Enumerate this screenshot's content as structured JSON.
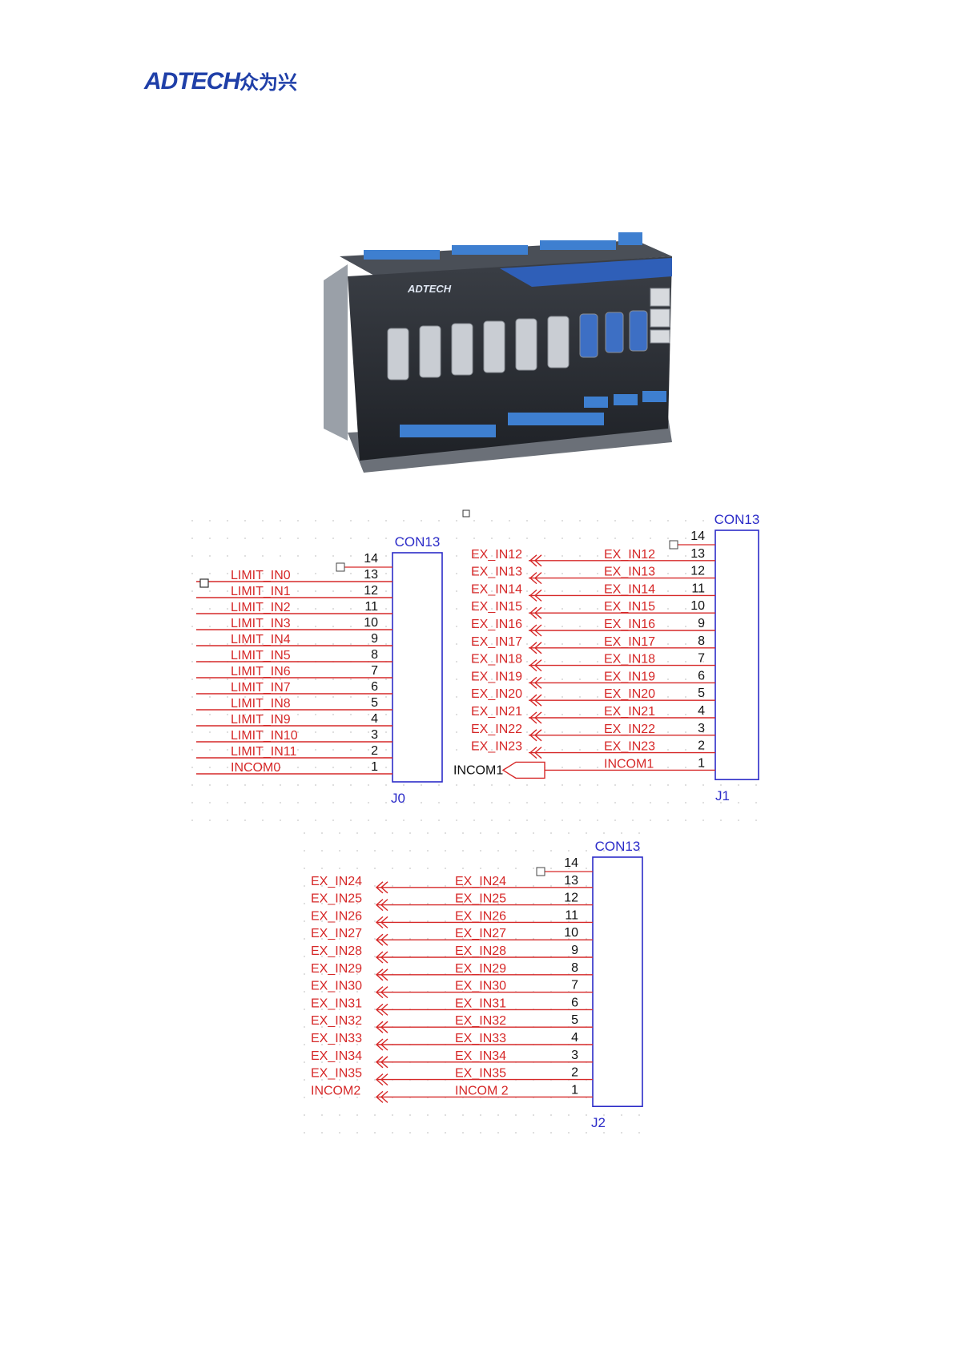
{
  "header": {
    "logo": {
      "brand_text": "ADTECH",
      "cn_text": "众为兴",
      "color": "#1f3fa8"
    }
  },
  "device": {
    "brand_text": "ADTECH"
  },
  "colors": {
    "wire": "#d62828",
    "box": "#2c2cc8",
    "pin": "#111111"
  },
  "connector_j0": {
    "part": "CON13",
    "designator": "J0",
    "pins": [
      "14",
      "13",
      "12",
      "11",
      "10",
      "9",
      "8",
      "7",
      "6",
      "5",
      "4",
      "3",
      "2",
      "1"
    ],
    "nets": [
      "LIMIT_IN0",
      "LIMIT_IN1",
      "LIMIT_IN2",
      "LIMIT_IN3",
      "LIMIT_IN4",
      "LIMIT_IN5",
      "LIMIT_IN6",
      "LIMIT_IN7",
      "LIMIT_IN8",
      "LIMIT_IN9",
      "LIMIT_IN10",
      "LIMIT_IN11",
      "INCOM0"
    ]
  },
  "connector_j1": {
    "part": "CON13",
    "designator": "J1",
    "pins": [
      "14",
      "13",
      "12",
      "11",
      "10",
      "9",
      "8",
      "7",
      "6",
      "5",
      "4",
      "3",
      "2",
      "1"
    ],
    "port_labels": [
      "EX_IN12",
      "EX_IN13",
      "EX_IN14",
      "EX_IN15",
      "EX_IN16",
      "EX_IN17",
      "EX_IN18",
      "EX_IN19",
      "EX_IN20",
      "EX_IN21",
      "EX_IN22",
      "EX_IN23"
    ],
    "nets": [
      "EX_IN12",
      "EX_IN13",
      "EX_IN14",
      "EX_IN15",
      "EX_IN16",
      "EX_IN17",
      "EX_IN18",
      "EX_IN19",
      "EX_IN20",
      "EX_IN21",
      "EX_IN22",
      "EX_IN23",
      "INCOM1"
    ],
    "com_port": "INCOM1"
  },
  "connector_j2": {
    "part": "CON13",
    "designator": "J2",
    "pins": [
      "14",
      "13",
      "12",
      "11",
      "10",
      "9",
      "8",
      "7",
      "6",
      "5",
      "4",
      "3",
      "2",
      "1"
    ],
    "port_labels": [
      "EX_IN24",
      "EX_IN25",
      "EX_IN26",
      "EX_IN27",
      "EX_IN28",
      "EX_IN29",
      "EX_IN30",
      "EX_IN31",
      "EX_IN32",
      "EX_IN33",
      "EX_IN34",
      "EX_IN35",
      "INCOM2"
    ],
    "nets": [
      "EX_IN24",
      "EX_IN25",
      "EX_IN26",
      "EX_IN27",
      "EX_IN28",
      "EX_IN29",
      "EX_IN30",
      "EX_IN31",
      "EX_IN32",
      "EX_IN33",
      "EX_IN34",
      "EX_IN35",
      "INCOM 2"
    ]
  }
}
